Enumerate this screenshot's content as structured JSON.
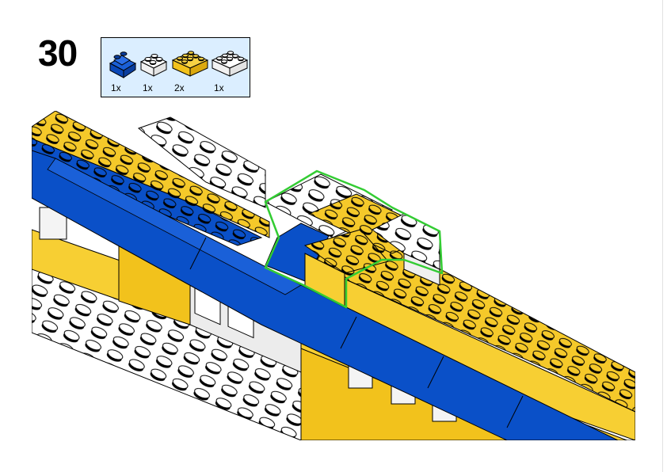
{
  "step": {
    "number": "30"
  },
  "parts_list": [
    {
      "quantity": "1x",
      "icon": "blue-slope-2x2-icon",
      "color": "#0a50c8"
    },
    {
      "quantity": "1x",
      "icon": "white-brick-2x2-icon",
      "color": "#ffffff"
    },
    {
      "quantity": "2x",
      "icon": "yellow-brick-2x4-icon",
      "color": "#f5c92a"
    },
    {
      "quantity": "1x",
      "icon": "white-brick-2x4-icon",
      "color": "#ffffff"
    }
  ],
  "colors": {
    "yellow": "#f5c92a",
    "blue": "#0a50c8",
    "white": "#ffffff",
    "highlight": "#33cc33",
    "callout_bg": "#dbeeff"
  }
}
